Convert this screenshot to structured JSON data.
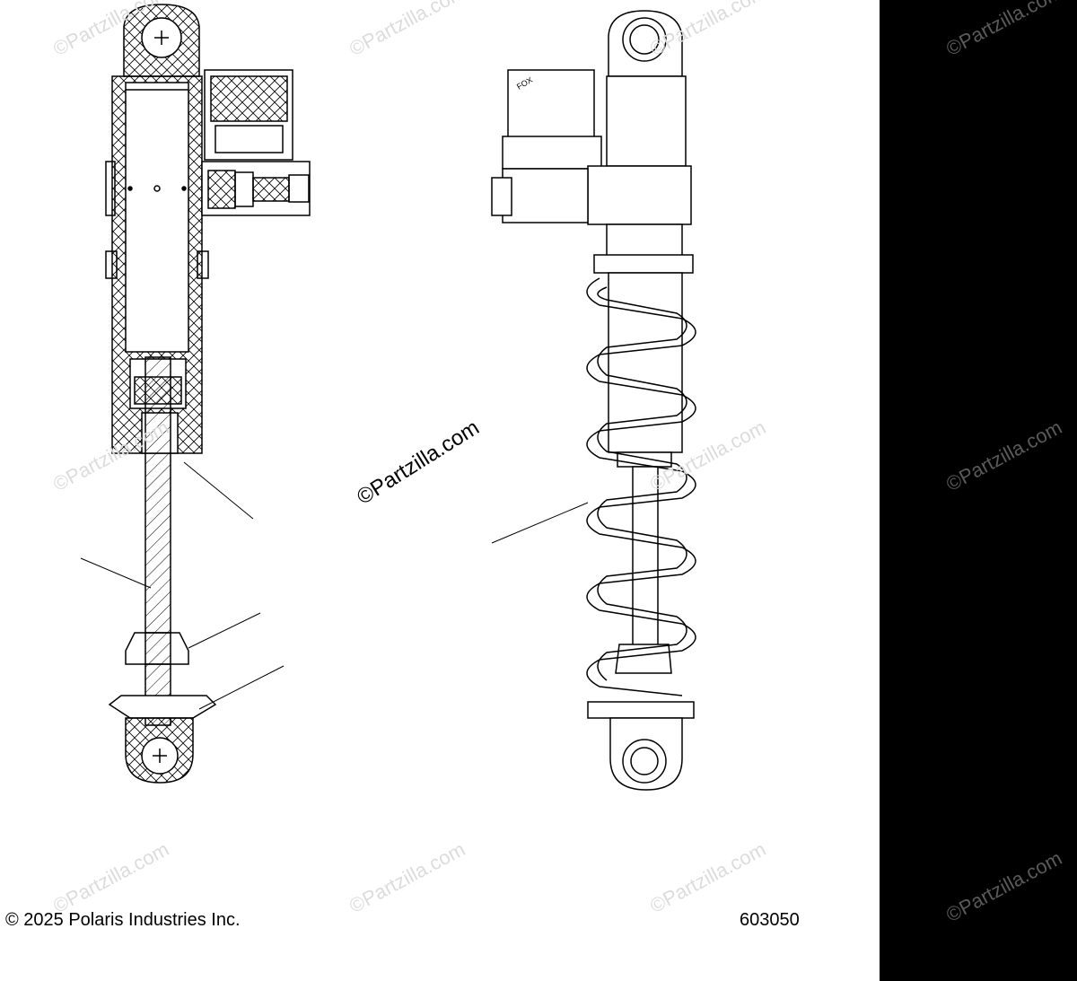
{
  "diagram": {
    "copyright": "© 2025 Polaris Industries Inc.",
    "figure_number": "603050",
    "center_watermark": "©Partzilla.com",
    "watermark_text": "©Partzilla.com"
  },
  "colors": {
    "line": "#000000",
    "watermark": "#dcdcdc",
    "panel": "#000000"
  }
}
